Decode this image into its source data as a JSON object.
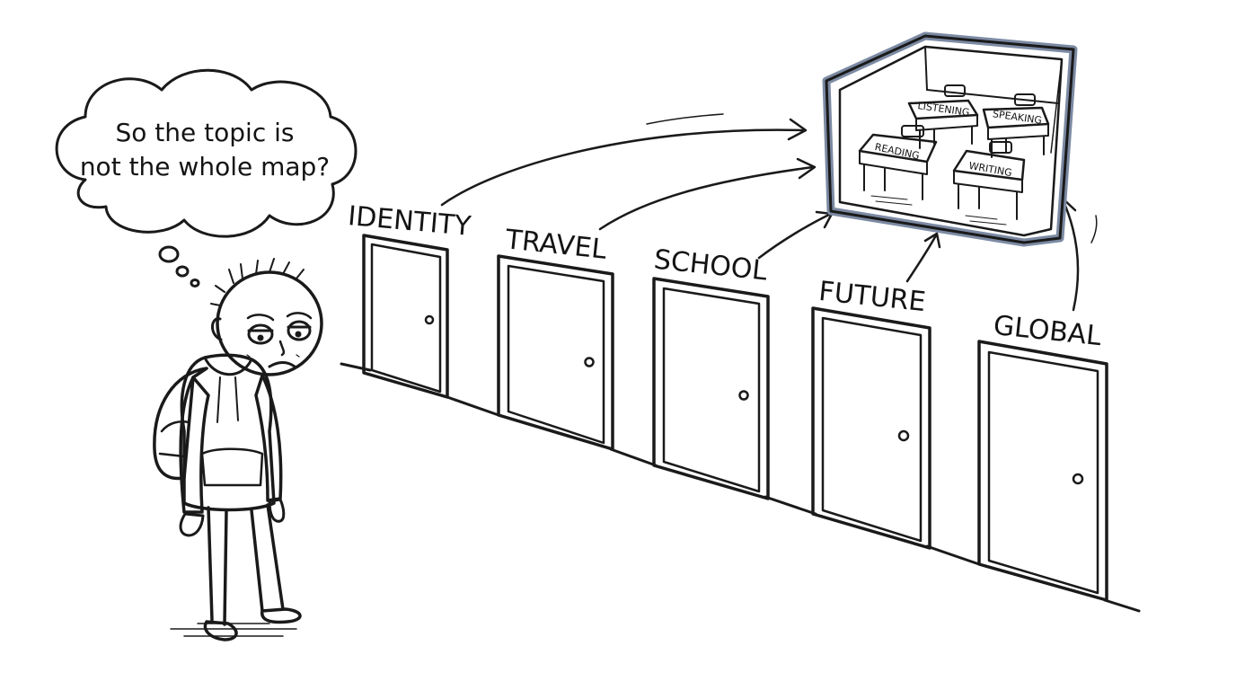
{
  "thought_bubble": {
    "line1": "So the topic is",
    "line2": "not the whole map?"
  },
  "doors": [
    {
      "label": "IDENTITY"
    },
    {
      "label": "TRAVEL"
    },
    {
      "label": "SCHOOL"
    },
    {
      "label": "FUTURE"
    },
    {
      "label": "GLOBAL"
    }
  ],
  "classroom": {
    "desks": [
      {
        "label": "LISTENING"
      },
      {
        "label": "SPEAKING"
      },
      {
        "label": "READING"
      },
      {
        "label": "WRITING"
      }
    ],
    "frame_color": "#7c8aa3"
  }
}
